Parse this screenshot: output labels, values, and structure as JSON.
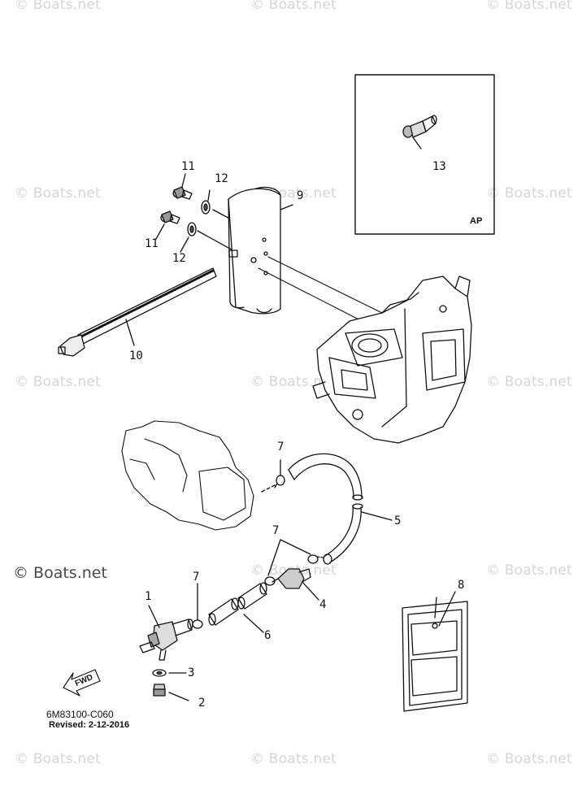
{
  "watermark": {
    "text": "© Boats.net",
    "main_text": "© Boats.net"
  },
  "diagram": {
    "code": "6M83100-C060",
    "revised": "Revised: 2-12-2016",
    "inset_label": "AP",
    "fwd_label": "FWD",
    "callouts": {
      "c1": "1",
      "c2": "2",
      "c3": "3",
      "c4": "4",
      "c5": "5",
      "c6": "6",
      "c7a": "7",
      "c7b": "7",
      "c7c": "7",
      "c8": "8",
      "c9": "9",
      "c10": "10",
      "c11a": "11",
      "c11b": "11",
      "c12a": "12",
      "c12b": "12",
      "c13": "13"
    }
  }
}
